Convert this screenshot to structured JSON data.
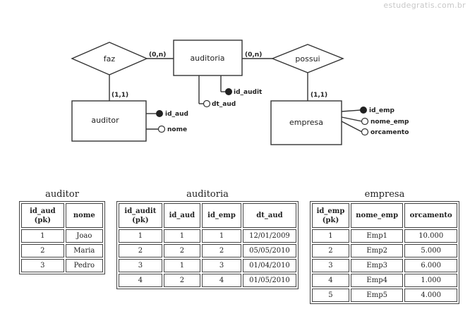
{
  "watermark": "estudegratis.com.br",
  "er": {
    "entities": {
      "auditoria": "auditoria",
      "auditor": "auditor",
      "empresa": "empresa"
    },
    "relationships": {
      "faz": "faz",
      "possui": "possui"
    },
    "cardinalities": {
      "faz_auditoria": "(0,n)",
      "faz_auditor": "(1,1)",
      "possui_auditoria": "(0,n)",
      "possui_empresa": "(1,1)"
    },
    "attributes": {
      "auditoria": [
        "id_audit",
        "dt_aud"
      ],
      "auditor": [
        "id_aud",
        "nome"
      ],
      "empresa": [
        "id_emp",
        "nome_emp",
        "orcamento"
      ]
    }
  },
  "tables": {
    "auditor": {
      "title": "auditor",
      "headers": [
        [
          "id_aud",
          "(pk)"
        ],
        [
          "nome"
        ]
      ],
      "rows": [
        [
          "1",
          "Joao"
        ],
        [
          "2",
          "Maria"
        ],
        [
          "3",
          "Pedro"
        ]
      ]
    },
    "auditoria": {
      "title": "auditoria",
      "headers": [
        [
          "id_audit",
          "(pk)"
        ],
        [
          "id_aud"
        ],
        [
          "id_emp"
        ],
        [
          "dt_aud"
        ]
      ],
      "rows": [
        [
          "1",
          "1",
          "1",
          "12/01/2009"
        ],
        [
          "2",
          "2",
          "2",
          "05/05/2010"
        ],
        [
          "3",
          "1",
          "3",
          "01/04/2010"
        ],
        [
          "4",
          "2",
          "4",
          "01/05/2010"
        ]
      ]
    },
    "empresa": {
      "title": "empresa",
      "headers": [
        [
          "id_emp",
          "(pk)"
        ],
        [
          "nome_emp"
        ],
        [
          "orcamento"
        ]
      ],
      "rows": [
        [
          "1",
          "Emp1",
          "10.000"
        ],
        [
          "2",
          "Emp2",
          "5.000"
        ],
        [
          "3",
          "Emp3",
          "6.000"
        ],
        [
          "4",
          "Emp4",
          "1.000"
        ],
        [
          "5",
          "Emp5",
          "4.000"
        ]
      ]
    }
  }
}
